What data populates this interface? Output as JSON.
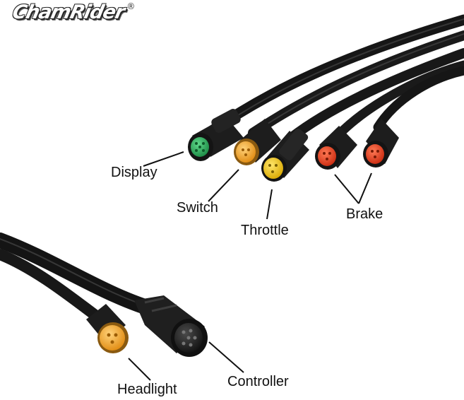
{
  "brand": {
    "name": "ChamRider",
    "registered": "®"
  },
  "labels": {
    "display": "Display",
    "switch": "Switch",
    "throttle": "Throttle",
    "brake": "Brake",
    "headlight": "Headlight",
    "controller": "Controller"
  },
  "colors": {
    "cable": "#1c1c1c",
    "display_connector": "#2fae5c",
    "switch_connector": "#f2a62a",
    "throttle_connector": "#f5c515",
    "brake_connector": "#ea3c1f",
    "headlight_connector": "#f2a62a",
    "controller_connector": "#262626"
  }
}
